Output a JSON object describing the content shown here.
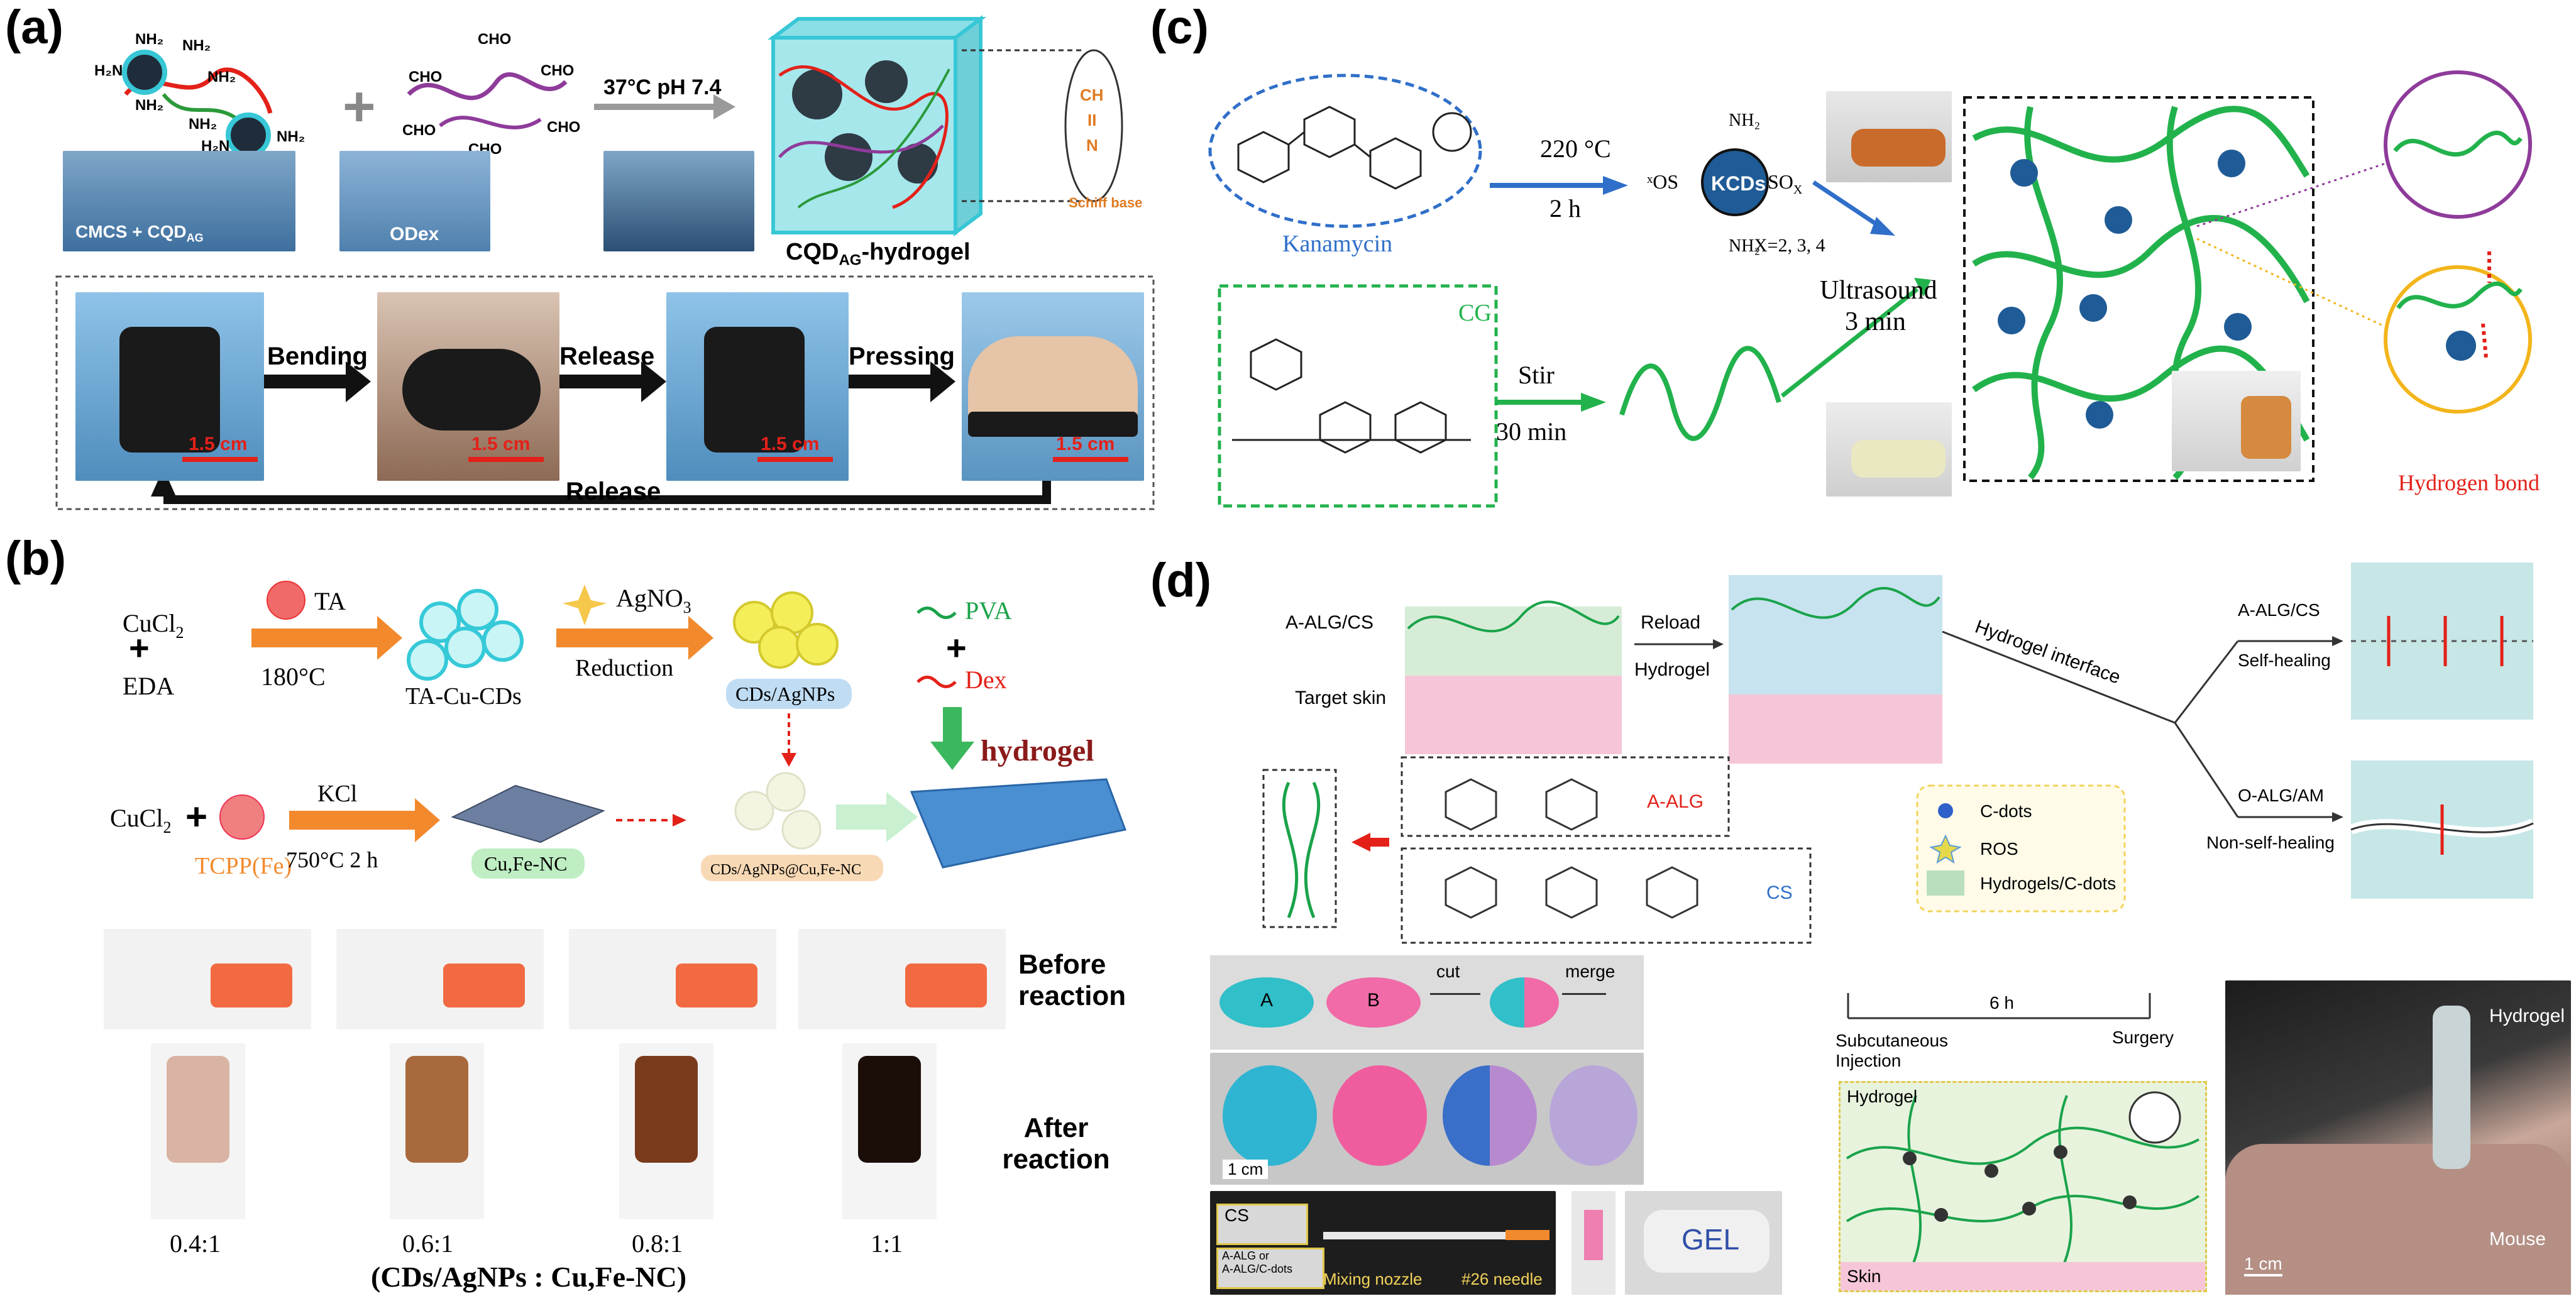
{
  "panel_a": {
    "label": "(a)",
    "amine": "NH2",
    "aldehyde": "CHO",
    "cond": "37°C  pH 7.4",
    "vial1": "CMCS + CQD",
    "vial1_sub": "AG",
    "vial2": "ODex",
    "gel_title": "CQD",
    "gel_title_sub": "AG",
    "gel_title_tail": "-hydrogel",
    "schiff": "Schiff base",
    "schiff_top": "CH",
    "schiff_mid": "II",
    "schiff_bot": "N",
    "step1": "Bending",
    "step2": "Release",
    "step3": "Pressing",
    "step_back": "Release",
    "scale": "1.5 cm"
  },
  "panel_b": {
    "label": "(b)",
    "cucl2": "CuCl",
    "cucl2_sub": "2",
    "eda": "EDA",
    "ta": "TA",
    "temp1": "180°C",
    "cds": "TA-Cu-CDs",
    "agno3": "AgNO",
    "agno3_sub": "3",
    "reduction": "Reduction",
    "cds_agnps": "CDs/AgNPs",
    "pva": "PVA",
    "dex": "Dex",
    "hydrogel": "hydrogel",
    "tcpp": "TCPP(Fe)",
    "kcl": "KCl",
    "temp2": "750°C 2 h",
    "cufe": "Cu,Fe-NC",
    "composite": "CDs/AgNPs@Cu,Fe-NC",
    "before": "Before reaction",
    "after": "After reaction",
    "ratios": [
      "0.4:1",
      "0.6:1",
      "0.8:1",
      "1:1"
    ],
    "ratio_title": "(CDs/AgNPs : Cu,Fe-NC)"
  },
  "panel_c": {
    "label": "(c)",
    "kanamycin": "Kanamycin",
    "cg": "CG",
    "cond1": "220 °C",
    "cond2": "2 h",
    "kcds": "KCDs",
    "sox": "SO",
    "x_range": "X=2, 3, 4",
    "stir": "Stir",
    "stir_time": "30 min",
    "ultra": "Ultrasound",
    "ultra_time": "3 min",
    "hbond": "Hydrogen bond"
  },
  "panel_d": {
    "label": "(d)",
    "aalg_cs": "A-ALG/CS",
    "target_skin": "Target skin",
    "reload": "Reload",
    "hydrogel": "Hydrogel",
    "interface": "Hydrogel interface",
    "self_heal_top": "A-ALG/CS",
    "self_heal": "Self-healing",
    "non_heal_top": "O-ALG/AM",
    "non_heal": "Non-self-healing",
    "a_alg": "A-ALG",
    "cs": "CS",
    "legend": [
      "C-dots",
      "ROS",
      "Hydrogels/C-dots"
    ],
    "cut": "cut",
    "merge": "merge",
    "disc_a": "A",
    "disc_b": "B",
    "scale1": "1 cm",
    "syr_cs": "CS",
    "syr_alg": "A-ALG  or",
    "syr_alg2": "A-ALG/C-dots",
    "nozzle": "Mixing nozzle",
    "needle": "#26 needle",
    "gel_text": "GEL",
    "time": "6 h",
    "injection": "Subcutaneous Injection",
    "surgery": "Surgery",
    "gel_label": "Hydrogel",
    "skin": "Skin",
    "photo_hydrogel": "Hydrogel",
    "mouse": "Mouse",
    "scale2": "1 cm"
  }
}
